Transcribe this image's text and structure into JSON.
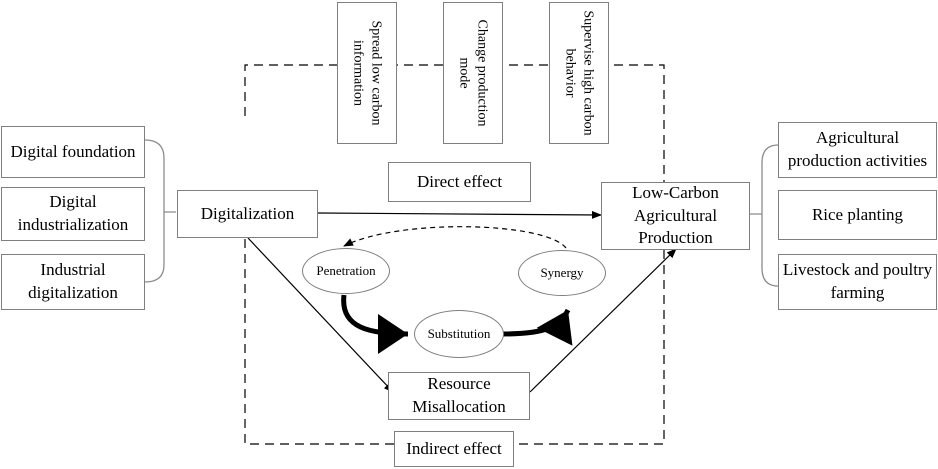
{
  "left_factors": [
    "Digital foundation",
    "Digital industrialization",
    "Industrial digitalization"
  ],
  "digitalization": "Digitalization",
  "mechanisms": [
    "Spread low carbon information",
    "Change production mode",
    "Supervise high carbon behavior"
  ],
  "direct_effect": "Direct effect",
  "outcome": "Low-Carbon Agricultural Production",
  "right_factors": [
    "Agricultural production activities",
    "Rice planting",
    "Livestock and poultry farming"
  ],
  "penetration": "Penetration",
  "substitution": "Substitution",
  "synergy": "Synergy",
  "resource_misallocation": "Resource Misallocation",
  "indirect_effect": "Indirect effect"
}
